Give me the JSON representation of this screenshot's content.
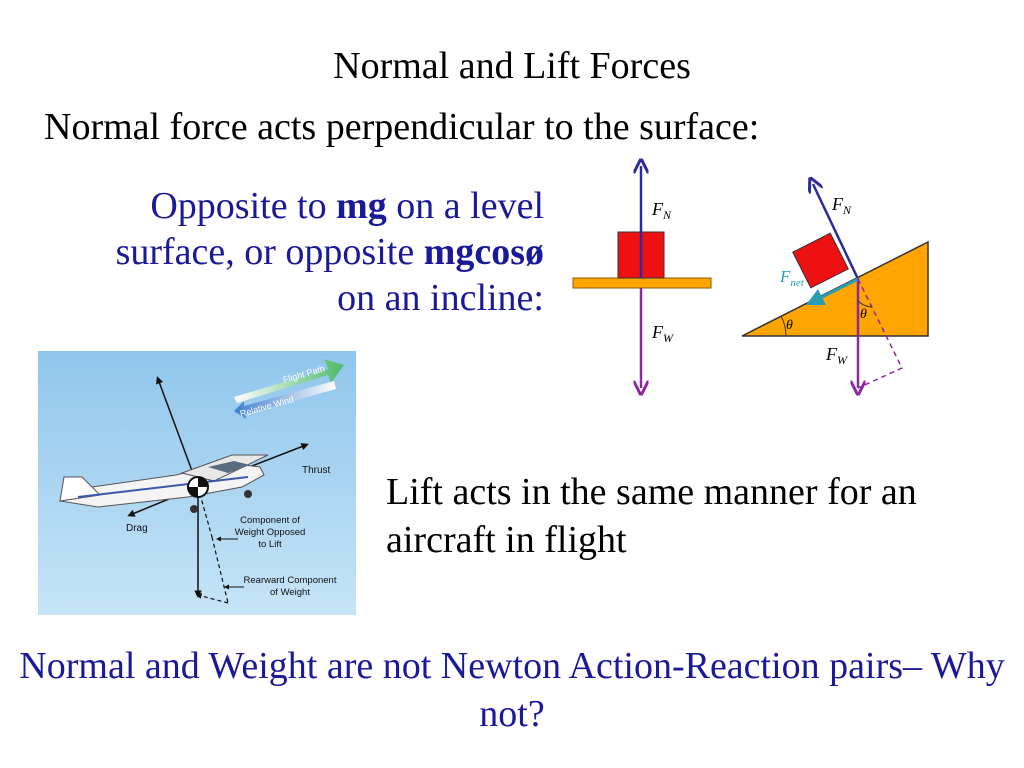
{
  "title": "Normal and Lift Forces",
  "subtitle": "Normal force acts perpendicular to the surface:",
  "normal_desc": {
    "part1": "Opposite to ",
    "mg": "mg",
    "part2": " on a level surface, or opposite ",
    "mgcos": "mgcosø",
    "part3": " on an incline:"
  },
  "lift_text": "Lift acts in the same manner for an aircraft in flight",
  "bottom_question": "Normal and Weight are not Newton Action-Reaction pairs– Why not?",
  "flat_diagram": {
    "fn_label": "F",
    "fn_sub": "N",
    "fw_label": "F",
    "fw_sub": "W"
  },
  "incline_diagram": {
    "fn_label": "F",
    "fn_sub": "N",
    "fnet_label": "F",
    "fnet_sub": "net",
    "fw_label": "F",
    "fw_sub": "W",
    "theta_left": "θ",
    "theta_right": "θ"
  },
  "plane_diagram": {
    "flight_path": "Flight Path",
    "relative_wind": "Relative Wind",
    "thrust": "Thrust",
    "drag": "Drag",
    "component_opposed_l1": "Component of",
    "component_opposed_l2": "Weight Opposed",
    "component_opposed_l3": "to Lift",
    "rearward_l1": "Rearward Component",
    "rearward_l2": "of Weight"
  },
  "colors": {
    "text_blue": "#1a1a99",
    "arrow_blue": "#2b2b99",
    "arrow_purple": "#8a2a9e",
    "block_red": "#ee1111",
    "surface_orange": "#ffa500",
    "fnet_teal": "#2a9eb0",
    "sky_blue": "#a9d4f0"
  }
}
